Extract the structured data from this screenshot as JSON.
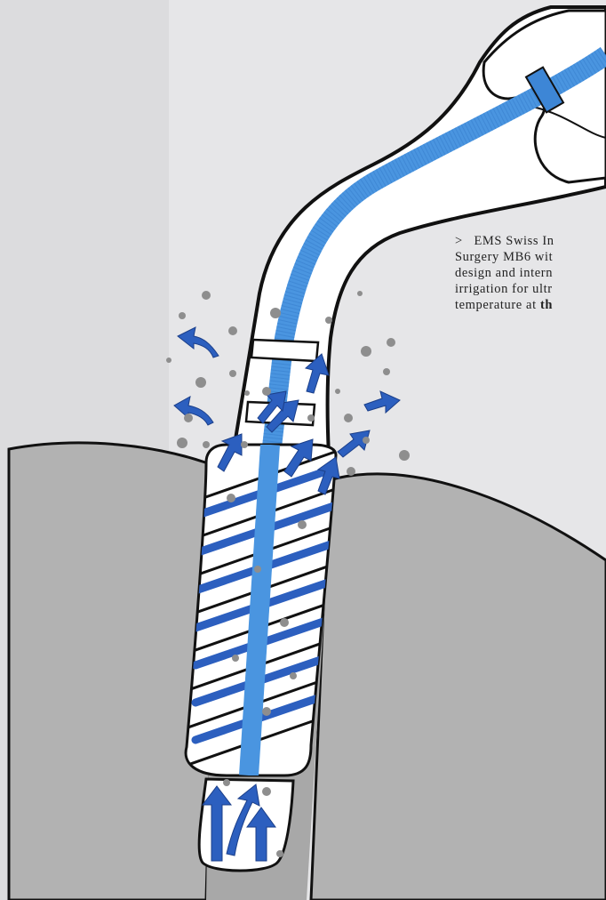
{
  "caption": {
    "marker": ">",
    "line1": "EMS Swiss In",
    "line2": "Surgery MB6 wit",
    "line3": "design and intern",
    "line4": "irrigation for ultr",
    "line5_plain": "temperature at ",
    "line5_bold": "th"
  },
  "colors": {
    "background": "#e6e6e8",
    "bone": "#b2b2b2",
    "instrument": "#ffffff",
    "outline": "#111111",
    "irrigation_channel": "#4a95e0",
    "flow_arrow": "#2c5fbf",
    "debris": "#8e8e8e"
  },
  "icons": [
    "flow-arrow-icon",
    "debris-particle-icon"
  ]
}
